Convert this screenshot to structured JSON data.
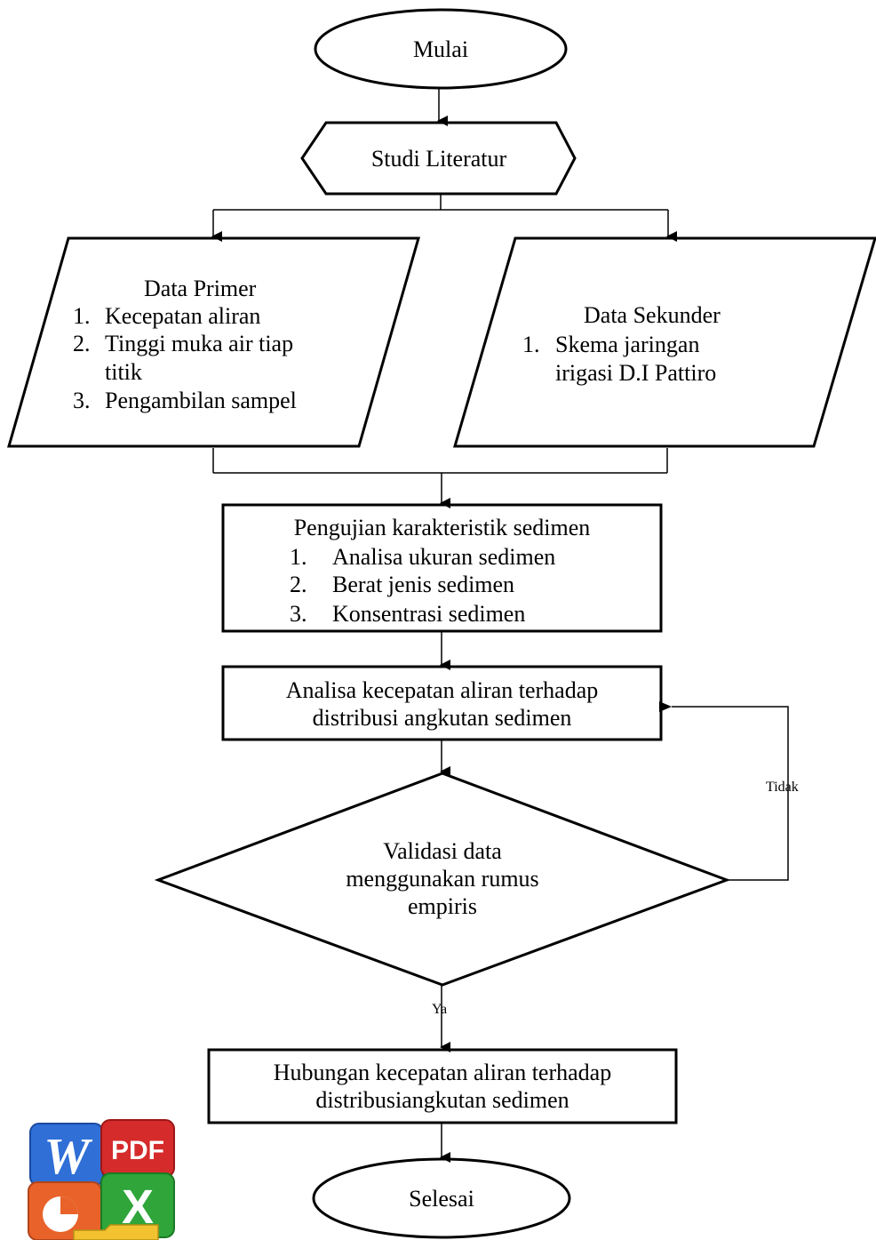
{
  "start": "Mulai",
  "literature": "Studi Literatur",
  "primary": {
    "title": "Data Primer",
    "items": [
      {
        "num": "1.",
        "text": "Kecepatan aliran"
      },
      {
        "num": "2.",
        "text": "Tinggi muka air tiap"
      },
      {
        "num": "",
        "text": "titik"
      },
      {
        "num": "3.",
        "text": "Pengambilan sampel"
      }
    ]
  },
  "secondary": {
    "title": "Data Sekunder",
    "items": [
      {
        "num": "1.",
        "text": "Skema jaringan"
      },
      {
        "num": "",
        "text": "irigasi D.I Pattiro"
      }
    ]
  },
  "testing": {
    "title": "Pengujian karakteristik sedimen",
    "items": [
      {
        "num": "1.",
        "text": "Analisa ukuran sedimen"
      },
      {
        "num": "2.",
        "text": "Berat jenis sedimen"
      },
      {
        "num": "3.",
        "text": "Konsentrasi sedimen"
      }
    ]
  },
  "analysis": {
    "line1": "Analisa kecepatan aliran terhadap",
    "line2": "distribusi angkutan sedimen"
  },
  "decision": {
    "line1": "Validasi data",
    "line2": "menggunakan rumus",
    "line3": "empiris",
    "no_label": "Tidak",
    "yes_label": "Ya"
  },
  "relation": {
    "line1": "Hubungan kecepatan aliran terhadap",
    "line2": "distribusiangkutan sedimen"
  },
  "end": "Selesai",
  "logo": {
    "word_letter": "W",
    "pdf_label": "PDF",
    "excel_letter": "X",
    "colors": {
      "word": "#2f6fd6",
      "pdf": "#d62b2b",
      "ppt": "#e8622a",
      "excel": "#2fa53a"
    }
  }
}
